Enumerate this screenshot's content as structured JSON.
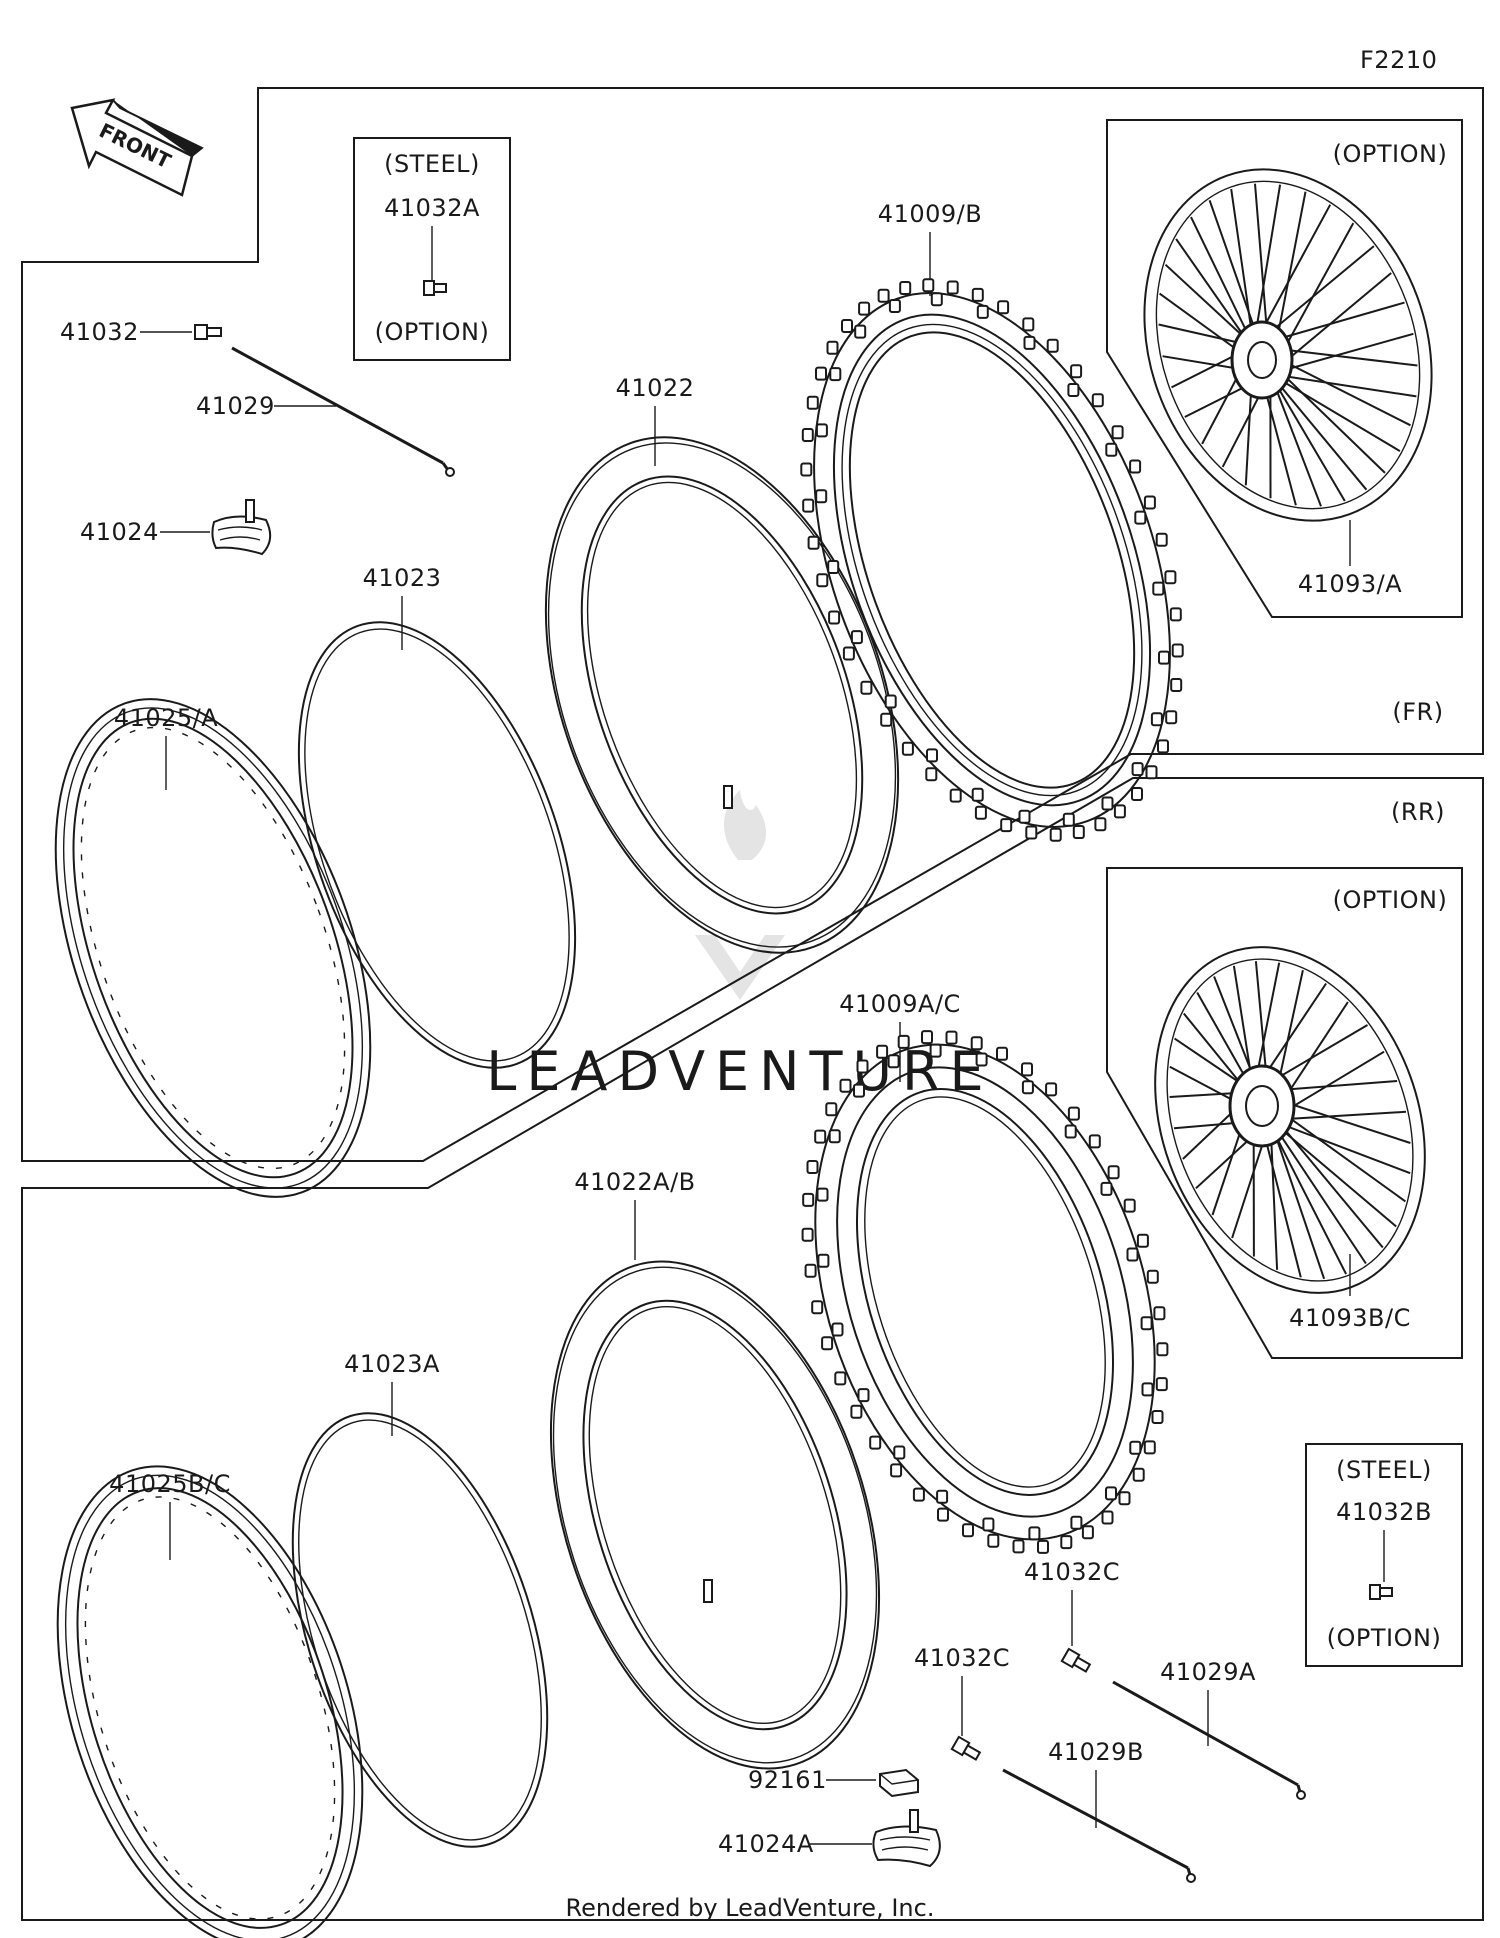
{
  "diagram_code": "F2210",
  "front_label": "FRONT",
  "watermark": "LEADVENTURE",
  "footer": "Rendered by LeadVenture, Inc.",
  "sections": {
    "front": "(FR)",
    "rear": "(RR)"
  },
  "insets": {
    "steel_valve_front": {
      "top": "(STEEL)",
      "part": "41032A",
      "bottom": "(OPTION)"
    },
    "front_wheel": {
      "label": "(OPTION)"
    },
    "rear_wheel": {
      "label": "(OPTION)"
    },
    "steel_valve_rear": {
      "top": "(STEEL)",
      "part": "41032B",
      "bottom": "(OPTION)"
    }
  },
  "parts": {
    "p41032": "41032",
    "p41029": "41029",
    "p41024": "41024",
    "p41023": "41023",
    "p41025A": "41025/A",
    "p41022": "41022",
    "p41009B": "41009/B",
    "p41093A": "41093/A",
    "p41009AC": "41009A/C",
    "p41093BC": "41093B/C",
    "p41022AB": "41022A/B",
    "p41023A": "41023A",
    "p41025BC": "41025B/C",
    "p41032C_1": "41032C",
    "p41032C_2": "41032C",
    "p41029A": "41029A",
    "p41029B": "41029B",
    "p92161": "92161",
    "p41024A": "41024A"
  }
}
